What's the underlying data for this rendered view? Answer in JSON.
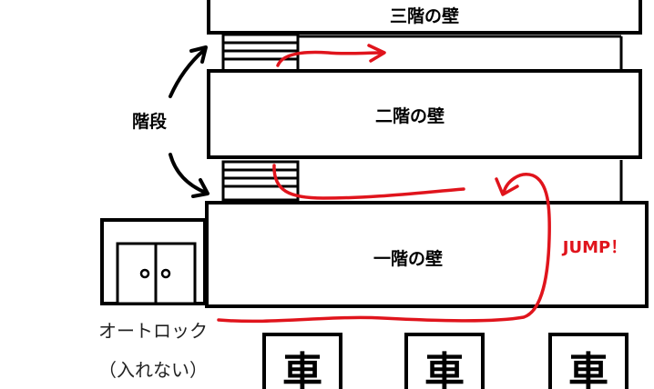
{
  "floors": {
    "third": "三階の壁",
    "second": "二階の壁",
    "first": "一階の壁"
  },
  "stairs_label": "階段",
  "jump_label": "JUMP！",
  "autolock": {
    "line1": "オートロック",
    "line2": "（入れない）"
  },
  "car_glyph": "車",
  "colors": {
    "route": "#e0141c",
    "ink": "#000000",
    "background": "#ffffff"
  }
}
